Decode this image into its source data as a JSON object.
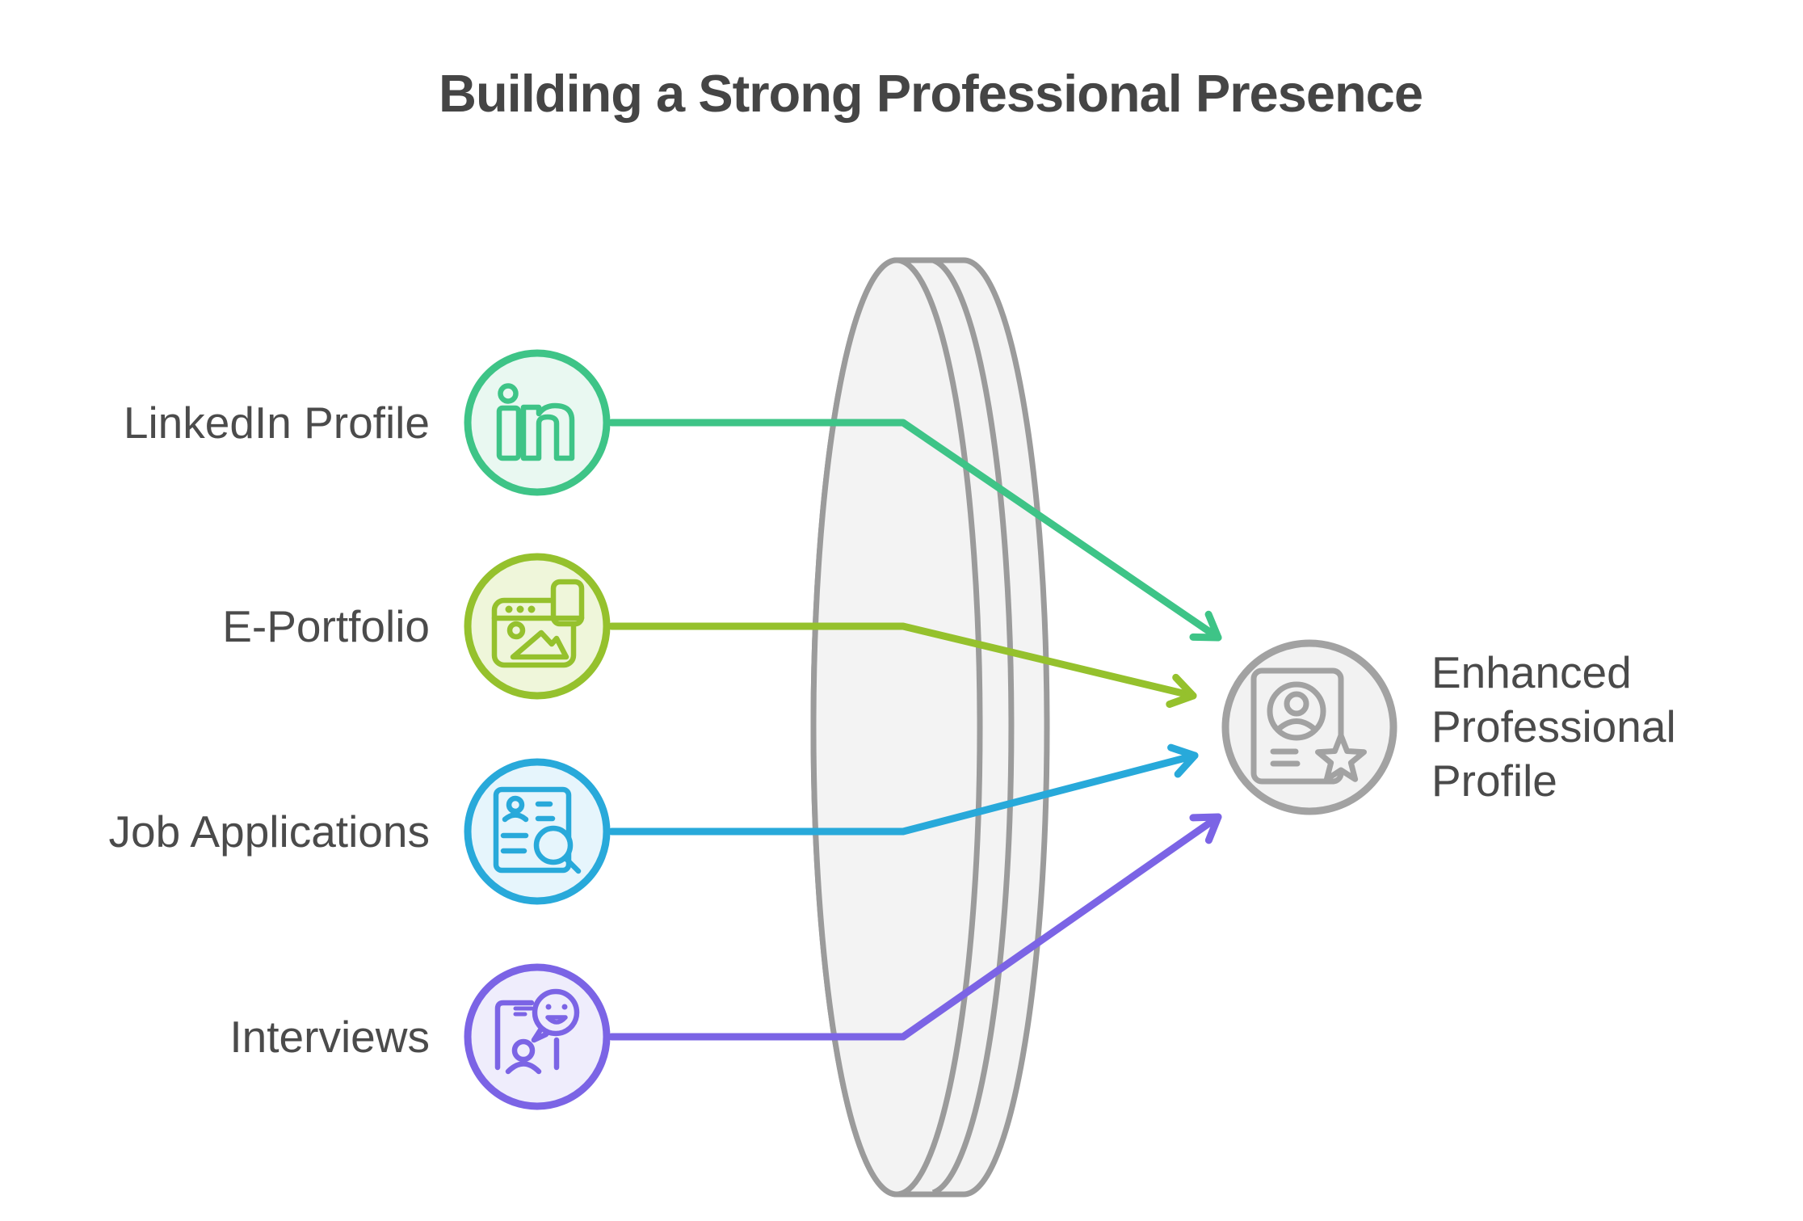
{
  "title": "Building a Strong Professional Presence",
  "colors": {
    "title_text": "#454545",
    "label_text": "#4b4b4b"
  },
  "items": [
    {
      "label": "LinkedIn Profile",
      "icon": "linkedin-icon",
      "color": "#3ec487",
      "fill": "#e9f8f1"
    },
    {
      "label": "E-Portfolio",
      "icon": "portfolio-icon",
      "color": "#95c12d",
      "fill": "#eff6da"
    },
    {
      "label": "Job Applications",
      "icon": "resume-search-icon",
      "color": "#28a9da",
      "fill": "#e6f5fc"
    },
    {
      "label": "Interviews",
      "icon": "interview-icon",
      "color": "#7b64e5",
      "fill": "#efedfc"
    }
  ],
  "result": {
    "label": "Enhanced\nProfessional\nProfile",
    "icon": "profile-star-icon",
    "color": "#a2a2a2",
    "fill": "#f2f2f2"
  },
  "lens": {
    "stroke": "#9b9b9b",
    "fill": "#f3f3f3"
  }
}
